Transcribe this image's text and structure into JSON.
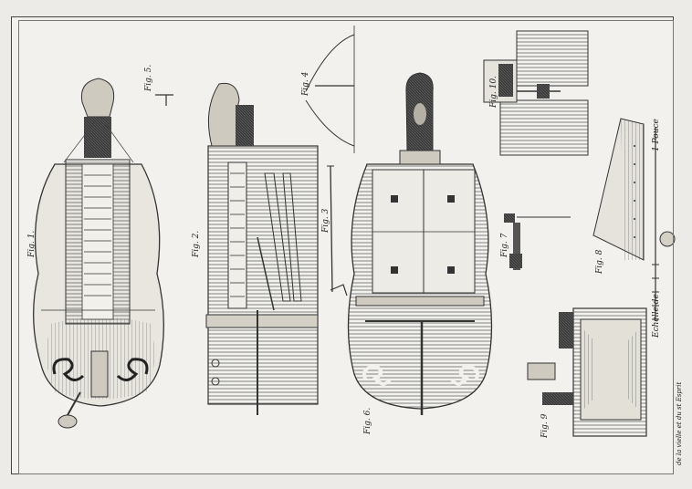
{
  "figures": {
    "fig1": "Fig. 1.",
    "fig2": "Fig. 2.",
    "fig3": "Fig. 3",
    "fig4": "Fig. 4",
    "fig5": "Fig. 5.",
    "fig6": "Fig. 6.",
    "fig7": "Fig. 7",
    "fig8": "Fig. 8",
    "fig9": "Fig. 9",
    "fig10": "Fig. 10."
  },
  "scale": {
    "caption": "Echelle de",
    "unit": "1 Pouce"
  },
  "margin_note": "de la vielle et du st Esprit"
}
